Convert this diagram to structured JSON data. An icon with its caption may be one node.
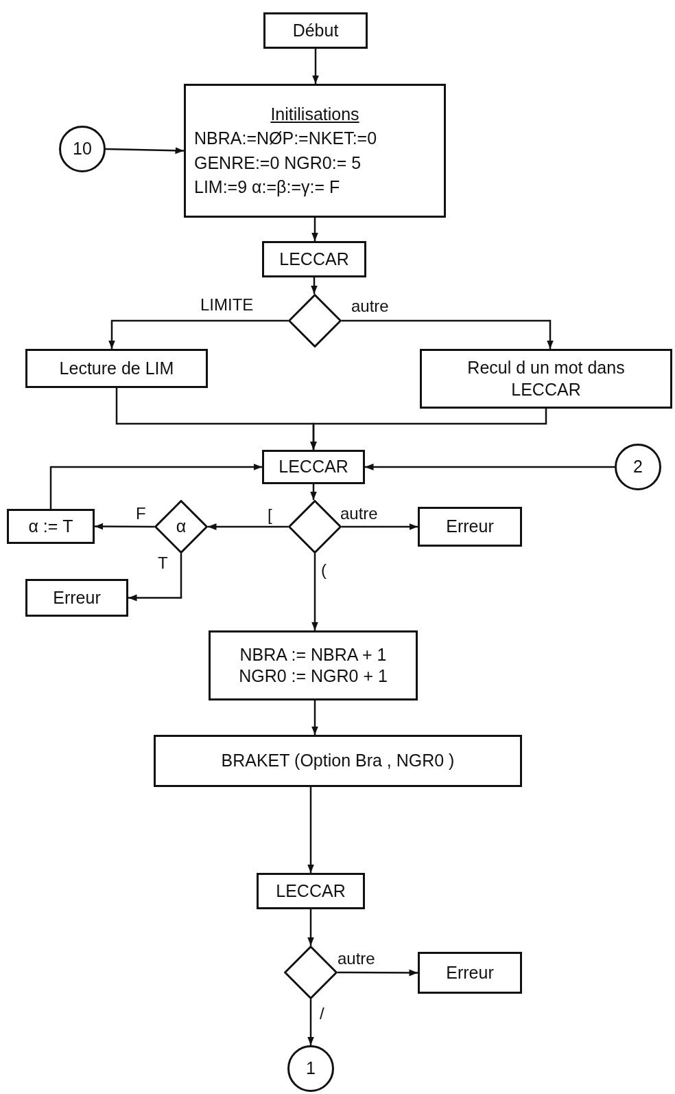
{
  "diagram": {
    "nodes": [
      {
        "text": [
          "Début"
        ]
      },
      {
        "text": [
          "Initilisations",
          "NBRA:=NØP:=NKET:=0",
          "GENRE:=0 NGR0:= 5",
          "LIM:=9 α:=β:=γ:= F"
        ]
      },
      {
        "text": [
          "10"
        ]
      },
      {
        "text": [
          "LECCAR"
        ]
      },
      {
        "text": [],
        "shape": "diamond"
      },
      {
        "text": [
          "Lecture de LIM"
        ]
      },
      {
        "text": [
          "Recul d un mot dans LECCAR"
        ]
      },
      {
        "text": [
          "LECCAR"
        ]
      },
      {
        "text": [
          "2"
        ]
      },
      {
        "text": [],
        "shape": "diamond"
      },
      {
        "text": [
          "α"
        ]
      },
      {
        "text": [
          "α := T"
        ]
      },
      {
        "text": [
          "Erreur"
        ]
      },
      {
        "text": [
          "Erreur"
        ]
      },
      {
        "text": [
          "NBRA := NBRA + 1",
          "NGR0 := NGR0 + 1"
        ]
      },
      {
        "text": [
          "BRAKET (Option Bra , NGR0 )"
        ]
      },
      {
        "text": [
          "LECCAR"
        ]
      },
      {
        "text": [],
        "shape": "diamond"
      },
      {
        "text": [
          "Erreur"
        ]
      },
      {
        "text": [
          "1"
        ]
      }
    ],
    "edges": [
      {
        "from": 0,
        "to": 1,
        "arrow": "to"
      },
      {
        "from": 2,
        "to": 1,
        "arrow": "to"
      },
      {
        "from": 1,
        "to": 3,
        "arrow": "to"
      },
      {
        "from": 3,
        "to": 4,
        "arrow": "to"
      },
      {
        "from": 4,
        "to": 5,
        "arrow": "to",
        "label": "LIMITE"
      },
      {
        "from": 4,
        "to": 6,
        "arrow": "to",
        "label": "autre"
      },
      {
        "from": 5,
        "to": 7,
        "arrow": "to"
      },
      {
        "from": 6,
        "to": 7,
        "arrow": "to"
      },
      {
        "from": 8,
        "to": 7,
        "arrow": "to"
      },
      {
        "from": 7,
        "to": 9,
        "arrow": "to"
      },
      {
        "from": 9,
        "to": 10,
        "arrow": "to",
        "label": "["
      },
      {
        "from": 9,
        "to": 12,
        "arrow": "to",
        "label": "autre"
      },
      {
        "from": 10,
        "to": 11,
        "arrow": "to",
        "label": "F"
      },
      {
        "from": 10,
        "to": 13,
        "arrow": "to",
        "label": "T"
      },
      {
        "from": 11,
        "to": 7,
        "arrow": "to"
      },
      {
        "from": 9,
        "to": 14,
        "arrow": "to",
        "label": "("
      },
      {
        "from": 14,
        "to": 15,
        "arrow": "to"
      },
      {
        "from": 15,
        "to": 16,
        "arrow": "to"
      },
      {
        "from": 16,
        "to": 17,
        "arrow": "to"
      },
      {
        "from": 17,
        "to": 18,
        "arrow": "to",
        "label": "autre"
      },
      {
        "from": 17,
        "to": 19,
        "arrow": "to",
        "label": "/"
      }
    ]
  }
}
